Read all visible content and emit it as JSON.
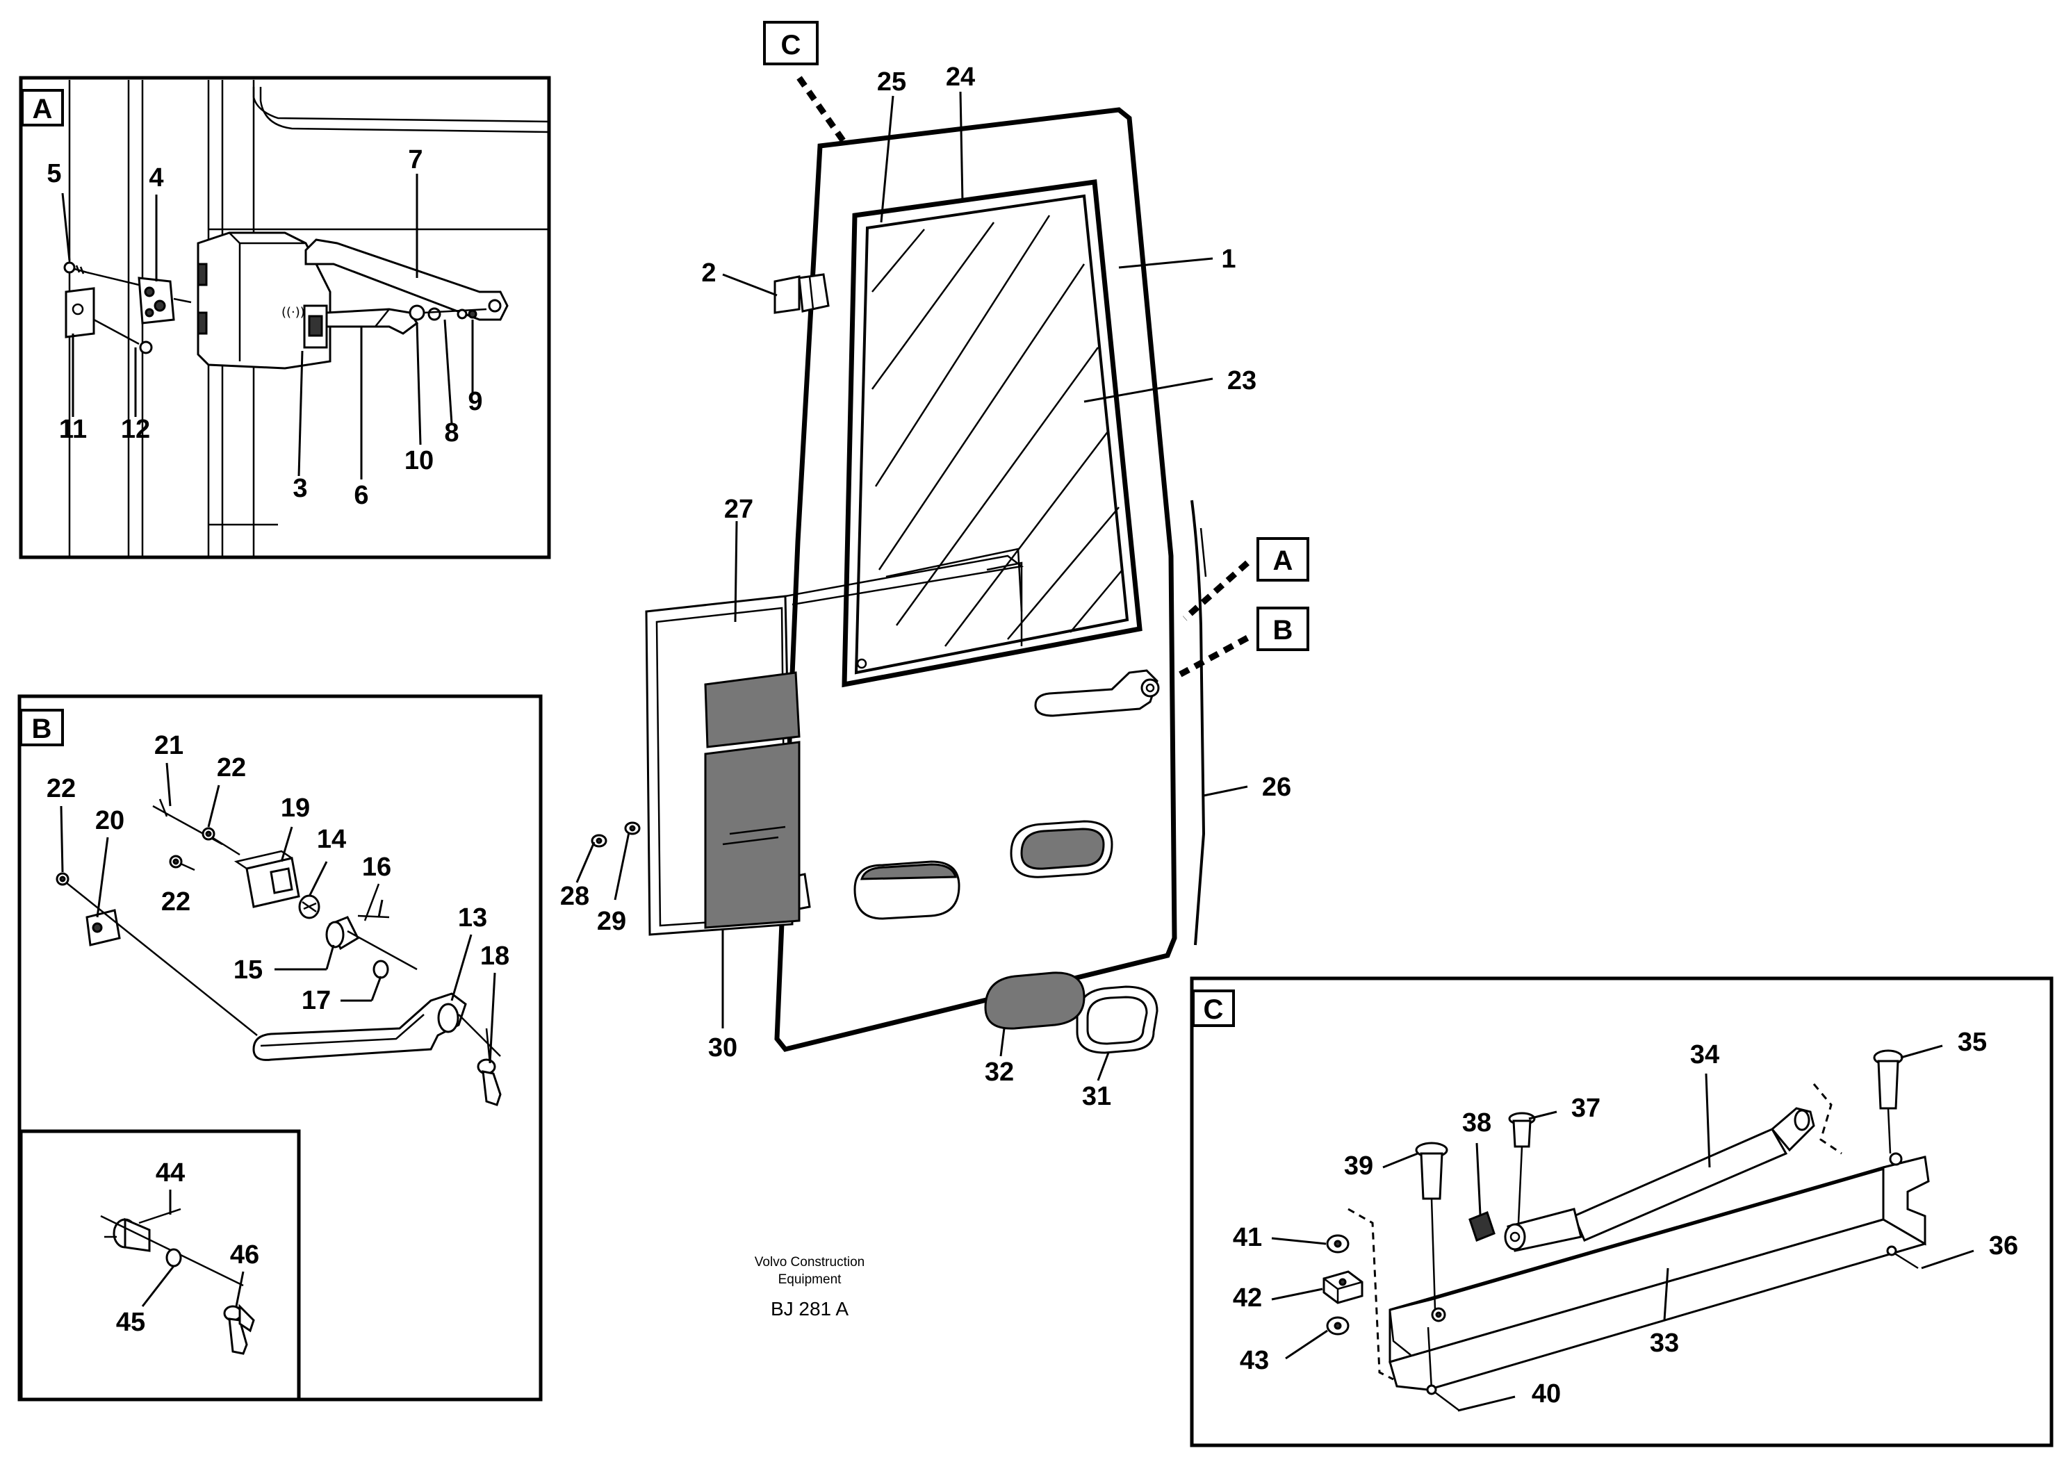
{
  "callouts": {
    "c1": "1",
    "c2": "2",
    "c3": "3",
    "c4": "4",
    "c5": "5",
    "c6": "6",
    "c7": "7",
    "c8": "8",
    "c9": "9",
    "c10": "10",
    "c11": "11",
    "c12": "12",
    "c13": "13",
    "c14": "14",
    "c15": "15",
    "c16": "16",
    "c17": "17",
    "c18": "18",
    "c19": "19",
    "c20": "20",
    "c21": "21",
    "c22": "22",
    "c23": "23",
    "c24": "24",
    "c25": "25",
    "c26": "26",
    "c27": "27",
    "c28": "28",
    "c29": "29",
    "c30": "30",
    "c31": "31",
    "c32": "32",
    "c33": "33",
    "c34": "34",
    "c35": "35",
    "c36": "36",
    "c37": "37",
    "c38": "38",
    "c39": "39",
    "c40": "40",
    "c41": "41",
    "c42": "42",
    "c43": "43",
    "c44": "44",
    "c45": "45",
    "c46": "46"
  },
  "detail_labels": {
    "a": "A",
    "b": "B",
    "c": "C"
  },
  "footer": {
    "maker_line1": "Volvo Construction",
    "maker_line2": "Equipment",
    "drawing_code": "BJ 281 A"
  }
}
